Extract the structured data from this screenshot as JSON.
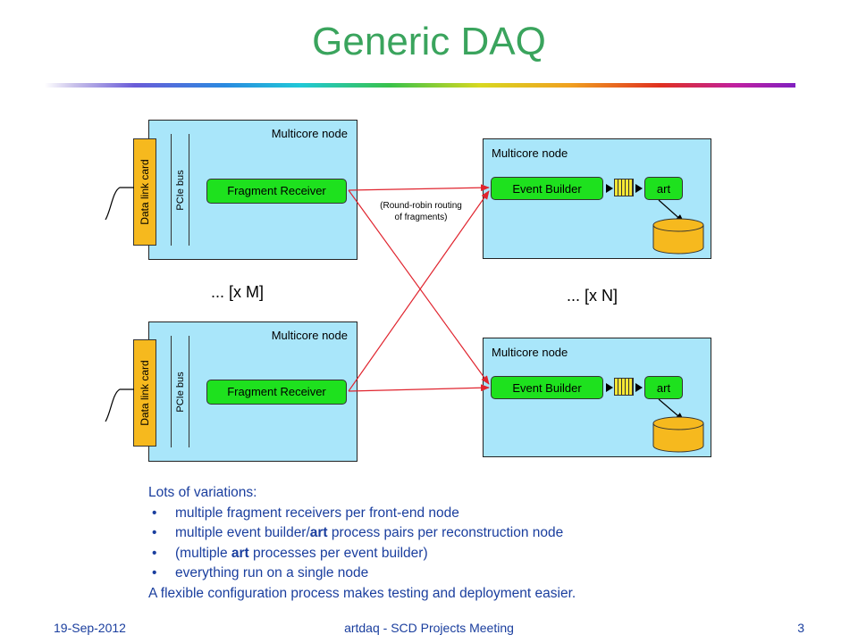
{
  "slide": {
    "title": "Generic DAQ"
  },
  "diagram": {
    "front_nodes": [
      {
        "title": "Multicore node",
        "card_label": "Data link card",
        "bus_label": "PCIe bus",
        "receiver_label": "Fragment Receiver"
      },
      {
        "title": "Multicore node",
        "card_label": "Data link card",
        "bus_label": "PCIe bus",
        "receiver_label": "Fragment Receiver"
      }
    ],
    "back_nodes": [
      {
        "title": "Multicore node",
        "builder_label": "Event Builder",
        "art_label": "art"
      },
      {
        "title": "Multicore node",
        "builder_label": "Event Builder",
        "art_label": "art"
      }
    ],
    "front_multiplier": "... [x M]",
    "back_multiplier": "... [x N]",
    "routing_note_line1": "(Round-robin routing",
    "routing_note_line2": "of fragments)",
    "colors": {
      "node_fill": "#a9e6fa",
      "card_fill": "#f6b91e",
      "process_fill": "#1ee11e",
      "queue_fill": "#f6e834",
      "disk_fill": "#f6b91e",
      "link_color": "#e0242e",
      "title_color": "#3aa45d",
      "text_color": "#1a3e9e"
    }
  },
  "notes": {
    "heading": "Lots of variations:",
    "bullet_symbol": "•",
    "bullets": [
      {
        "pre": "multiple fragment receivers per front-end node",
        "bold": "",
        "post": ""
      },
      {
        "pre": "multiple event builder/",
        "bold": "art",
        "post": " process pairs per reconstruction node"
      },
      {
        "pre": "(multiple ",
        "bold": "art",
        "post": " processes per event builder)"
      },
      {
        "pre": "everything run on a single node",
        "bold": "",
        "post": ""
      }
    ],
    "closing": "A flexible configuration process makes testing and deployment easier."
  },
  "footer": {
    "date": "19-Sep-2012",
    "center": "artdaq - SCD Projects Meeting",
    "page": "3"
  }
}
